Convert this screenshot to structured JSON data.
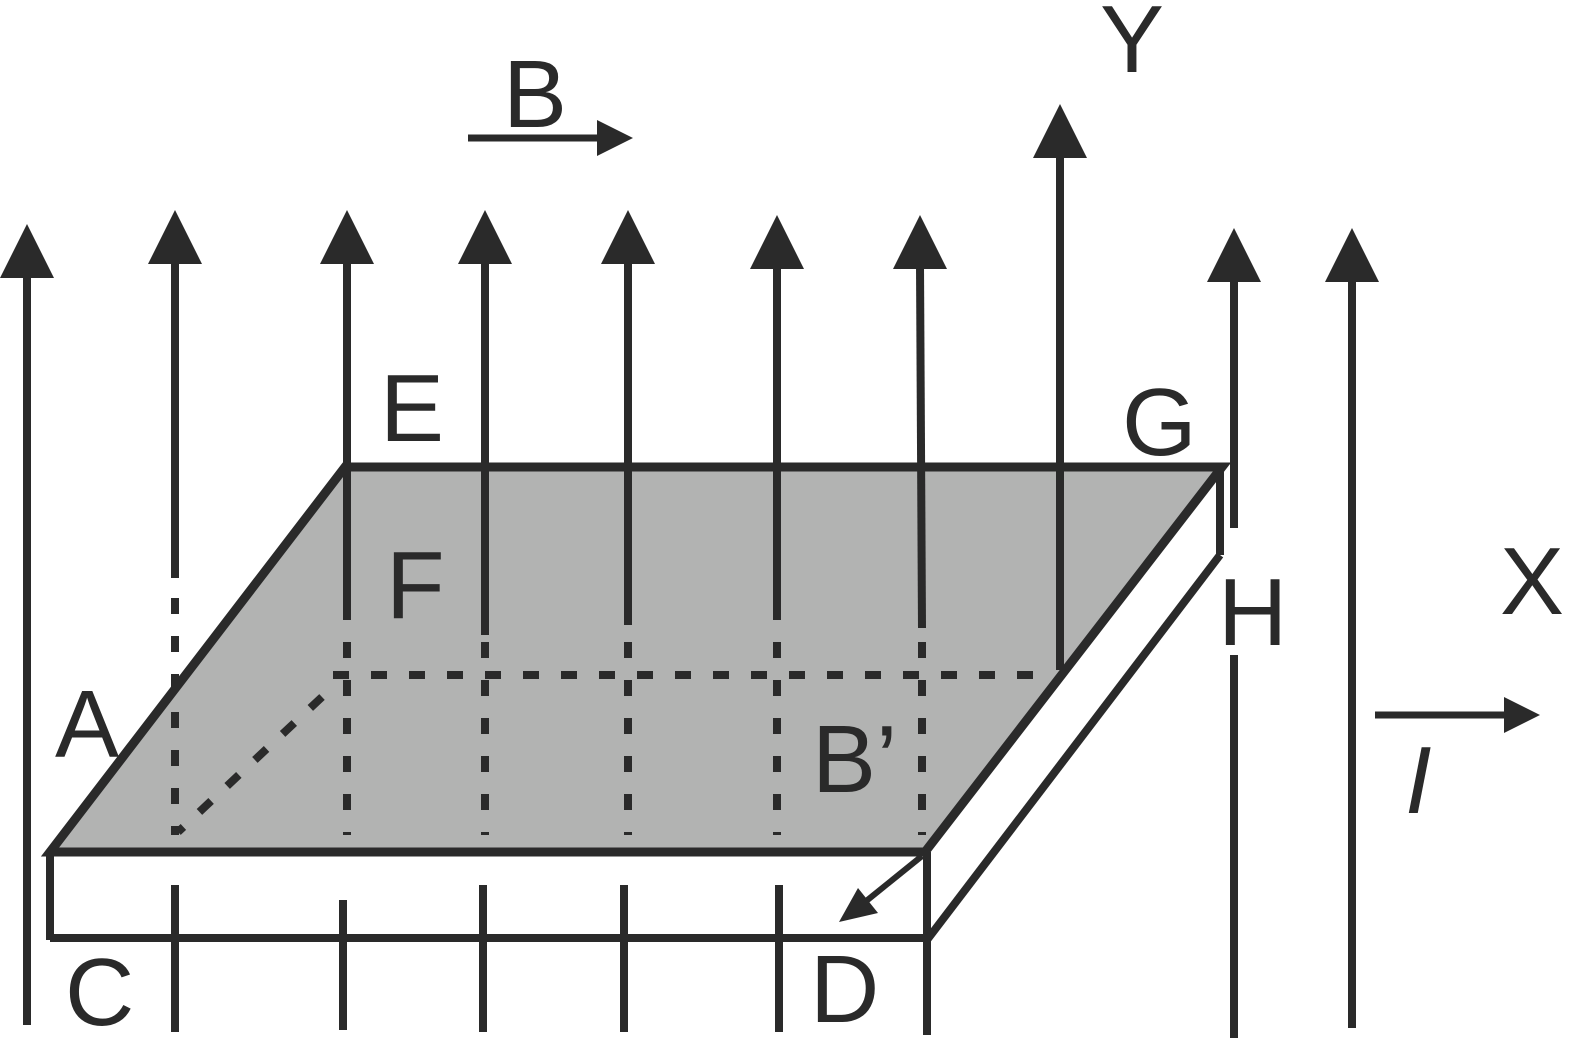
{
  "labels": {
    "B": "B",
    "Y": "Y",
    "E": "E",
    "G": "G",
    "F": "F",
    "X": "X",
    "H": "H",
    "A": "A",
    "B_prime": "B’",
    "I": "I",
    "C": "C",
    "D": "D"
  },
  "colors": {
    "plate_fill": "#b2b3b2",
    "stroke": "#2a2a2a"
  }
}
